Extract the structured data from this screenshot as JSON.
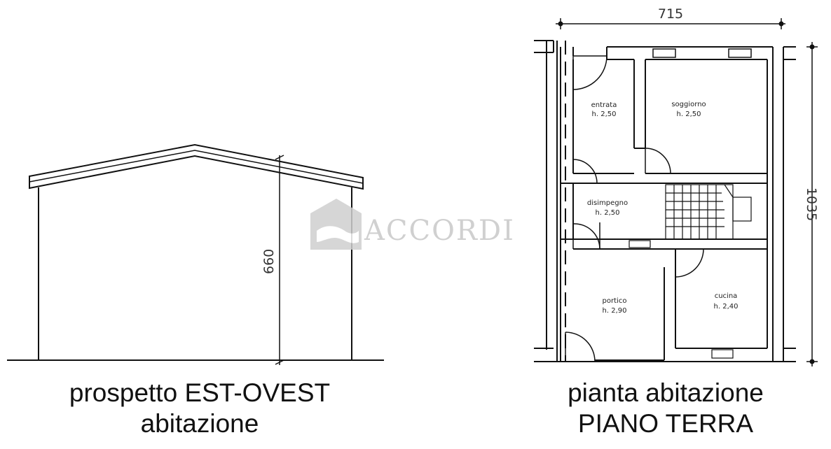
{
  "elevation": {
    "caption_line1": "prospetto EST-OVEST",
    "caption_line2": "abitazione",
    "height_dim": "660"
  },
  "plan": {
    "caption_line1": "pianta abitazione",
    "caption_line2": "PIANO TERRA",
    "width_dim": "715",
    "depth_dim": "1035",
    "rooms": [
      {
        "name": "entrata",
        "height": "h. 2,50"
      },
      {
        "name": "soggiorno",
        "height": "h. 2,50"
      },
      {
        "name": "disimpegno",
        "height": "h. 2,50"
      },
      {
        "name": "portico",
        "height": "h. 2,90"
      },
      {
        "name": "cucina",
        "height": "h. 2,40"
      }
    ]
  },
  "watermark": {
    "text": "ACCORDI"
  }
}
